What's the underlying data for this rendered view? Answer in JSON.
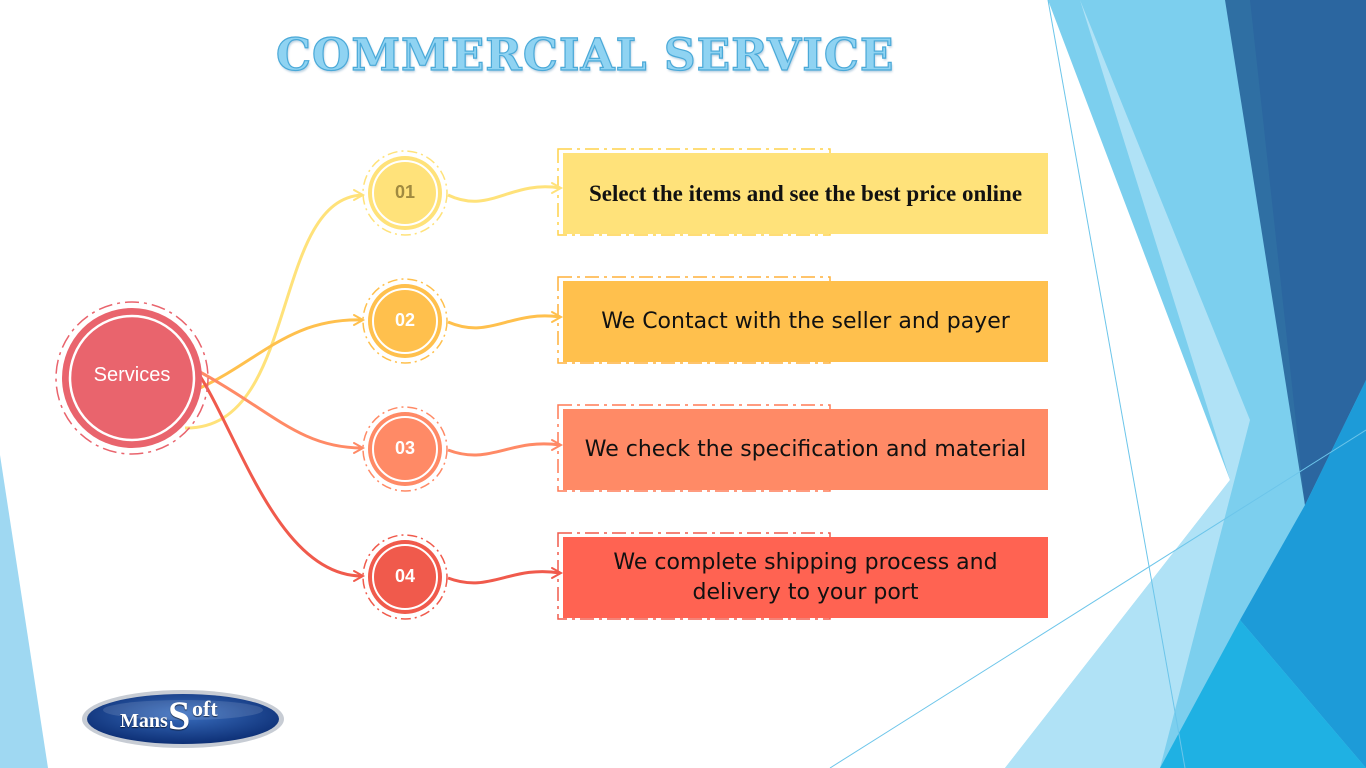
{
  "title": "COMMERCIAL SERVICE",
  "hub": {
    "label": "Services",
    "color": "#e9646d"
  },
  "steps": [
    {
      "number": "01",
      "text": "Select the items and see the best price online",
      "color": "#ffe27a",
      "line_color": "#ffe27a",
      "num_color": "#a08a40"
    },
    {
      "number": "02",
      "text": "We Contact with the seller and payer",
      "color": "#ffc04d",
      "line_color": "#ffc04d",
      "num_color": "#ffffff"
    },
    {
      "number": "03",
      "text": "We check the specification and material",
      "color": "#ff8a66",
      "line_color": "#ff8a66",
      "num_color": "#ffffff"
    },
    {
      "number": "04",
      "text_line1": "We complete shipping process and",
      "text_line2": "delivery to your port",
      "color": "#ff6352",
      "line_color": "#f05a4c",
      "num_color": "#ffffff"
    }
  ],
  "logo": {
    "part1": "Mans",
    "part2": "S",
    "part3": "oft"
  }
}
